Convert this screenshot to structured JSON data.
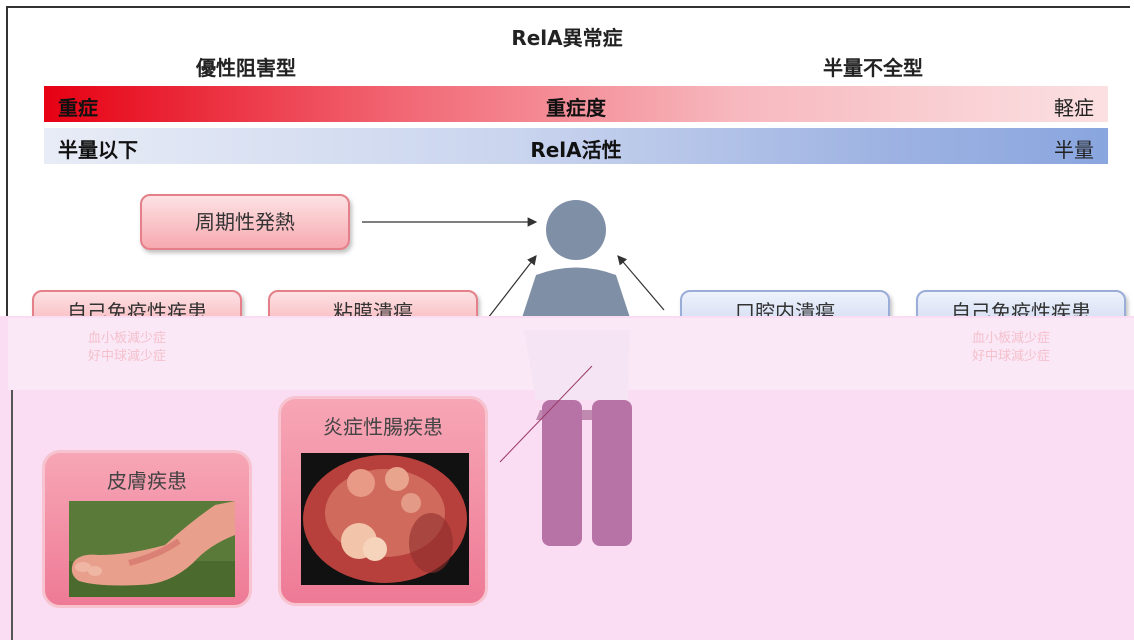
{
  "header": {
    "title": "RelA異常症",
    "left_type": "優性阻害型",
    "right_type": "半量不全型"
  },
  "severity_bar": {
    "left": "重症",
    "center": "重症度",
    "right": "軽症"
  },
  "activity_bar": {
    "left": "半量以下",
    "center": "RelA活性",
    "right": "半量"
  },
  "symptoms": {
    "periodic_fever": "周期性発熱",
    "autoimmune": "自己免疫性疾患",
    "mucosal_ulcer": "粘膜潰瘍",
    "oral_ulcer": "口腔内潰瘍",
    "autoimmune_right": "自己免疫性疾患",
    "autoimmune_sub_left": [
      "血小板減少症",
      "好中球減少症"
    ],
    "autoimmune_sub_right": [
      "血小板減少症",
      "好中球減少症"
    ],
    "skin_disease": "皮膚疾患",
    "ibd": "炎症性腸疾患"
  },
  "colors": {
    "severity_red": "#e60012",
    "activity_blue": "#8aa6df",
    "person": "#7f8fa6",
    "overlay_pink": "#fadcf3"
  },
  "icons": [
    "person-icon",
    "arrow-icon"
  ]
}
